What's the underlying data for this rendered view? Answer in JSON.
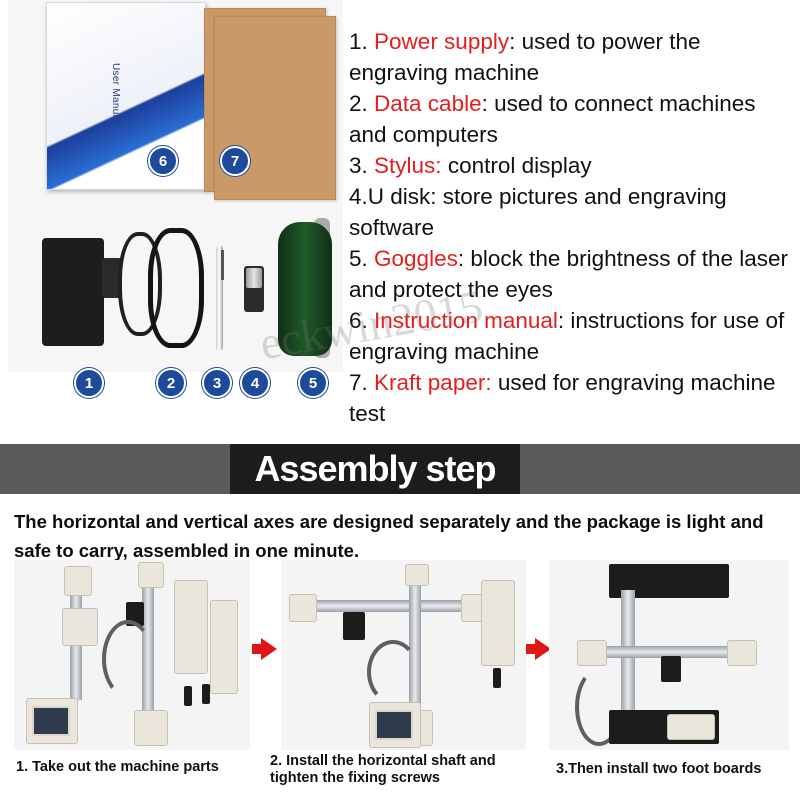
{
  "package_contents": [
    {
      "number": "1.",
      "highlight": "Power supply",
      "text": ": used to power the engraving machine"
    },
    {
      "number": "2.",
      "highlight": "Data cable",
      "text": ": used to connect machines and computers"
    },
    {
      "number": "3.",
      "highlight": "Stylus:",
      "text": " control display"
    },
    {
      "number": "4.",
      "highlight": "",
      "text": "U disk: store pictures and engraving software"
    },
    {
      "number": "5.",
      "highlight": "Goggles",
      "text": ": block the brightness of the laser and protect the eyes"
    },
    {
      "number": "6.",
      "highlight": "Instruction manual",
      "text": ": instructions for use of engraving machine"
    },
    {
      "number": "7.",
      "highlight": "Kraft paper:",
      "text": " used for engraving machine test"
    }
  ],
  "photo": {
    "manual_title": "User Manual",
    "badges": [
      "1",
      "2",
      "3",
      "4",
      "5",
      "6",
      "7"
    ]
  },
  "watermark": "eckwin2015",
  "banner": {
    "title": "Assembly step"
  },
  "intro": "The horizontal and vertical axes are designed separately and the package is light and safe to carry, assembled in one minute.",
  "steps": [
    {
      "caption": "1. Take out the machine parts"
    },
    {
      "caption": "2. Install the horizontal shaft and tighten the fixing screws"
    },
    {
      "caption": "3.Then install two foot boards"
    }
  ],
  "colors": {
    "highlight": "#e41e1e",
    "badge": "#1e4a9c",
    "banner": "#1c1c1c",
    "arrow": "#e01616"
  }
}
